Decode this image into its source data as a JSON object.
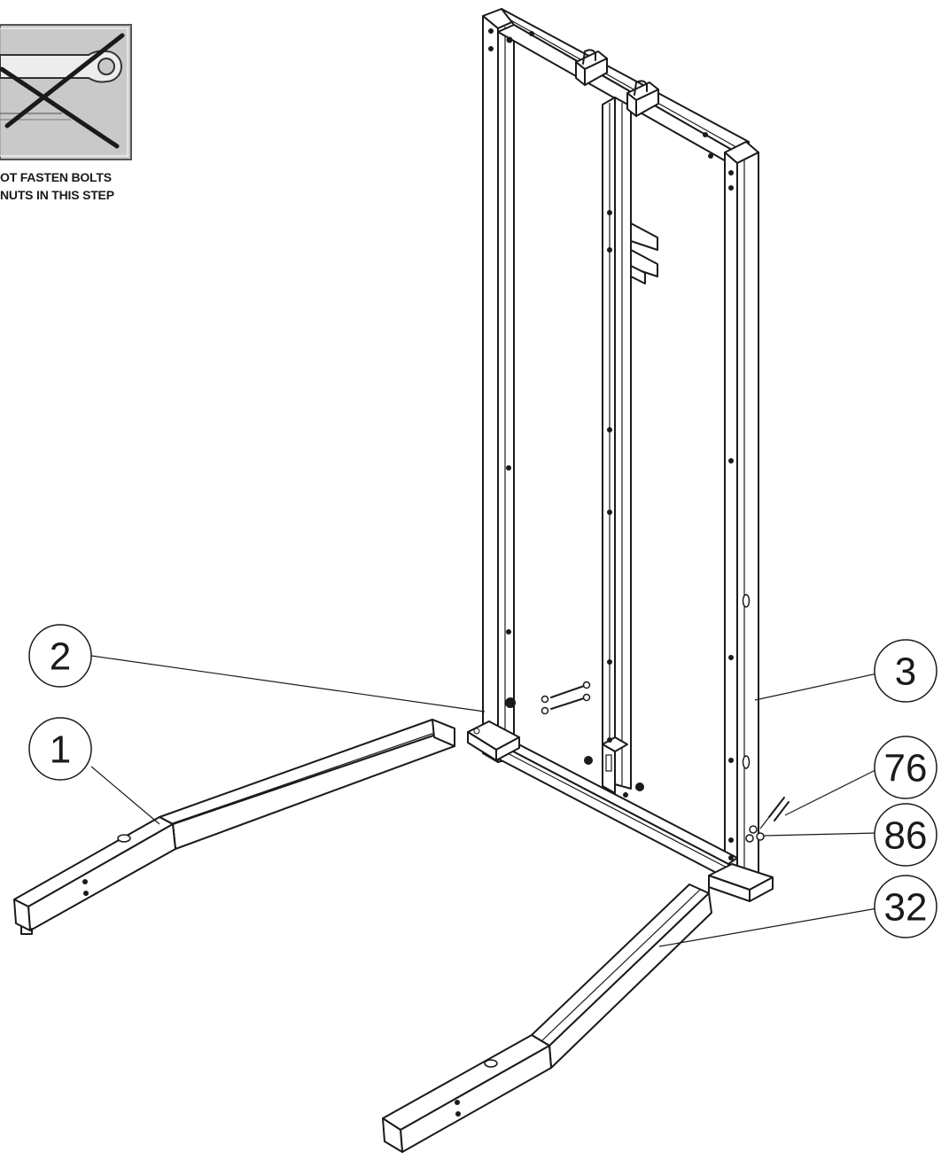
{
  "warning": {
    "line1": "OT FASTEN BOLTS",
    "line2": "NUTS IN THIS STEP"
  },
  "callouts": [
    {
      "id": "c2",
      "label": "2"
    },
    {
      "id": "c1",
      "label": "1"
    },
    {
      "id": "c3",
      "label": "3"
    },
    {
      "id": "c76",
      "label": "76"
    },
    {
      "id": "c86",
      "label": "86"
    },
    {
      "id": "c32",
      "label": "32"
    }
  ],
  "colors": {
    "line": "#1a1a1a",
    "warning_panel": "#c9c9c9",
    "warning_border": "#555555"
  }
}
